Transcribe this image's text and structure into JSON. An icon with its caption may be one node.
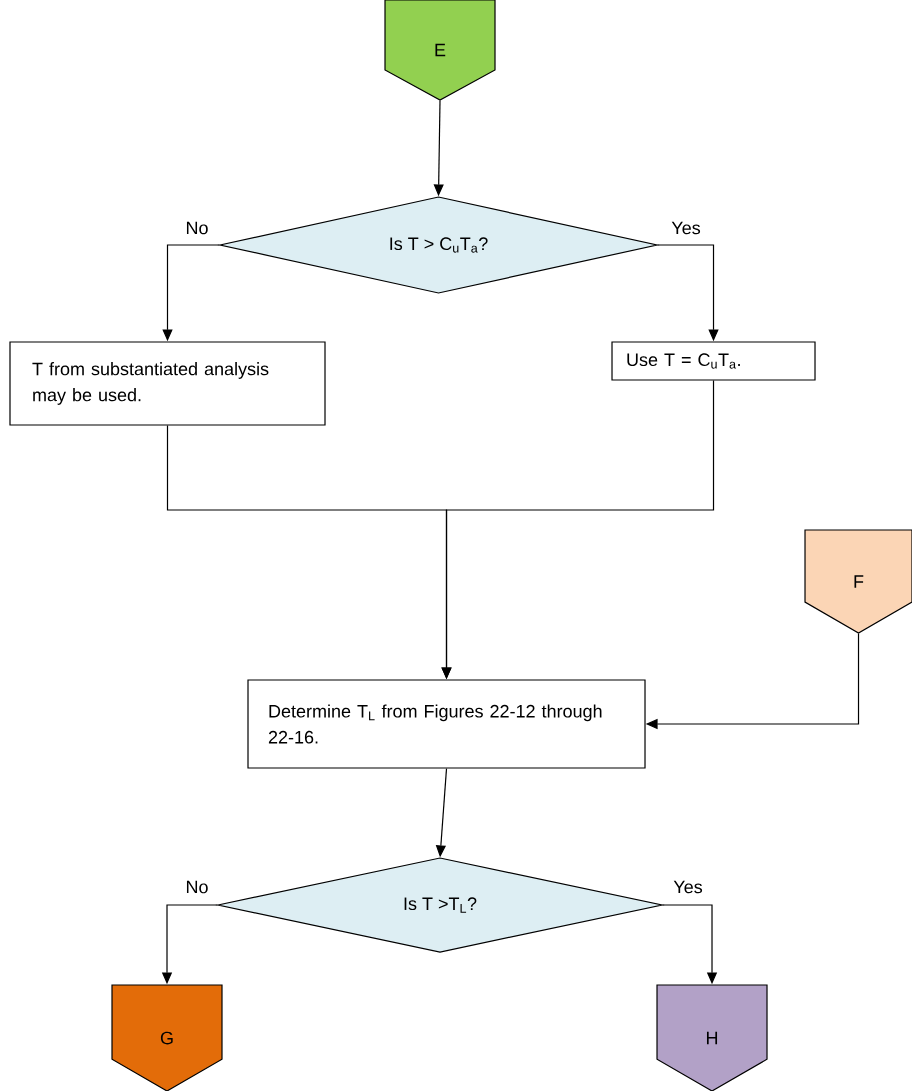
{
  "diagram": {
    "nodes": [
      {
        "text": [
          "E"
        ]
      },
      {
        "text": [
          "Is T > C$_{u}$T$_{a}$?"
        ]
      },
      {
        "text": [
          "T from substantiated analysis may be used."
        ]
      },
      {
        "text": [
          "Use T = C$_{u}$T$_{a}$."
        ]
      },
      {
        "text": [
          "F"
        ]
      },
      {
        "text": [
          "Determine T$_{L}$ from Figures 22-12 through 22-16."
        ]
      },
      {
        "text": [
          "Is T >T$_{L}$?"
        ]
      },
      {
        "text": [
          "G"
        ]
      },
      {
        "text": [
          "H"
        ]
      }
    ],
    "edges": [
      {
        "from": 0,
        "to": 1,
        "arrow": "to"
      },
      {
        "from": 1,
        "to": 2,
        "arrow": "to",
        "label": "No"
      },
      {
        "from": 1,
        "to": 3,
        "arrow": "to",
        "label": "Yes"
      },
      {
        "from": 2,
        "to": 5,
        "arrow": "to"
      },
      {
        "from": 3,
        "to": 5,
        "arrow": "to"
      },
      {
        "from": 4,
        "to": 5,
        "arrow": "to"
      },
      {
        "from": 5,
        "to": 6,
        "arrow": "to"
      },
      {
        "from": 6,
        "to": 7,
        "arrow": "to",
        "label": "No"
      },
      {
        "from": 6,
        "to": 8,
        "arrow": "to",
        "label": "Yes"
      }
    ]
  }
}
